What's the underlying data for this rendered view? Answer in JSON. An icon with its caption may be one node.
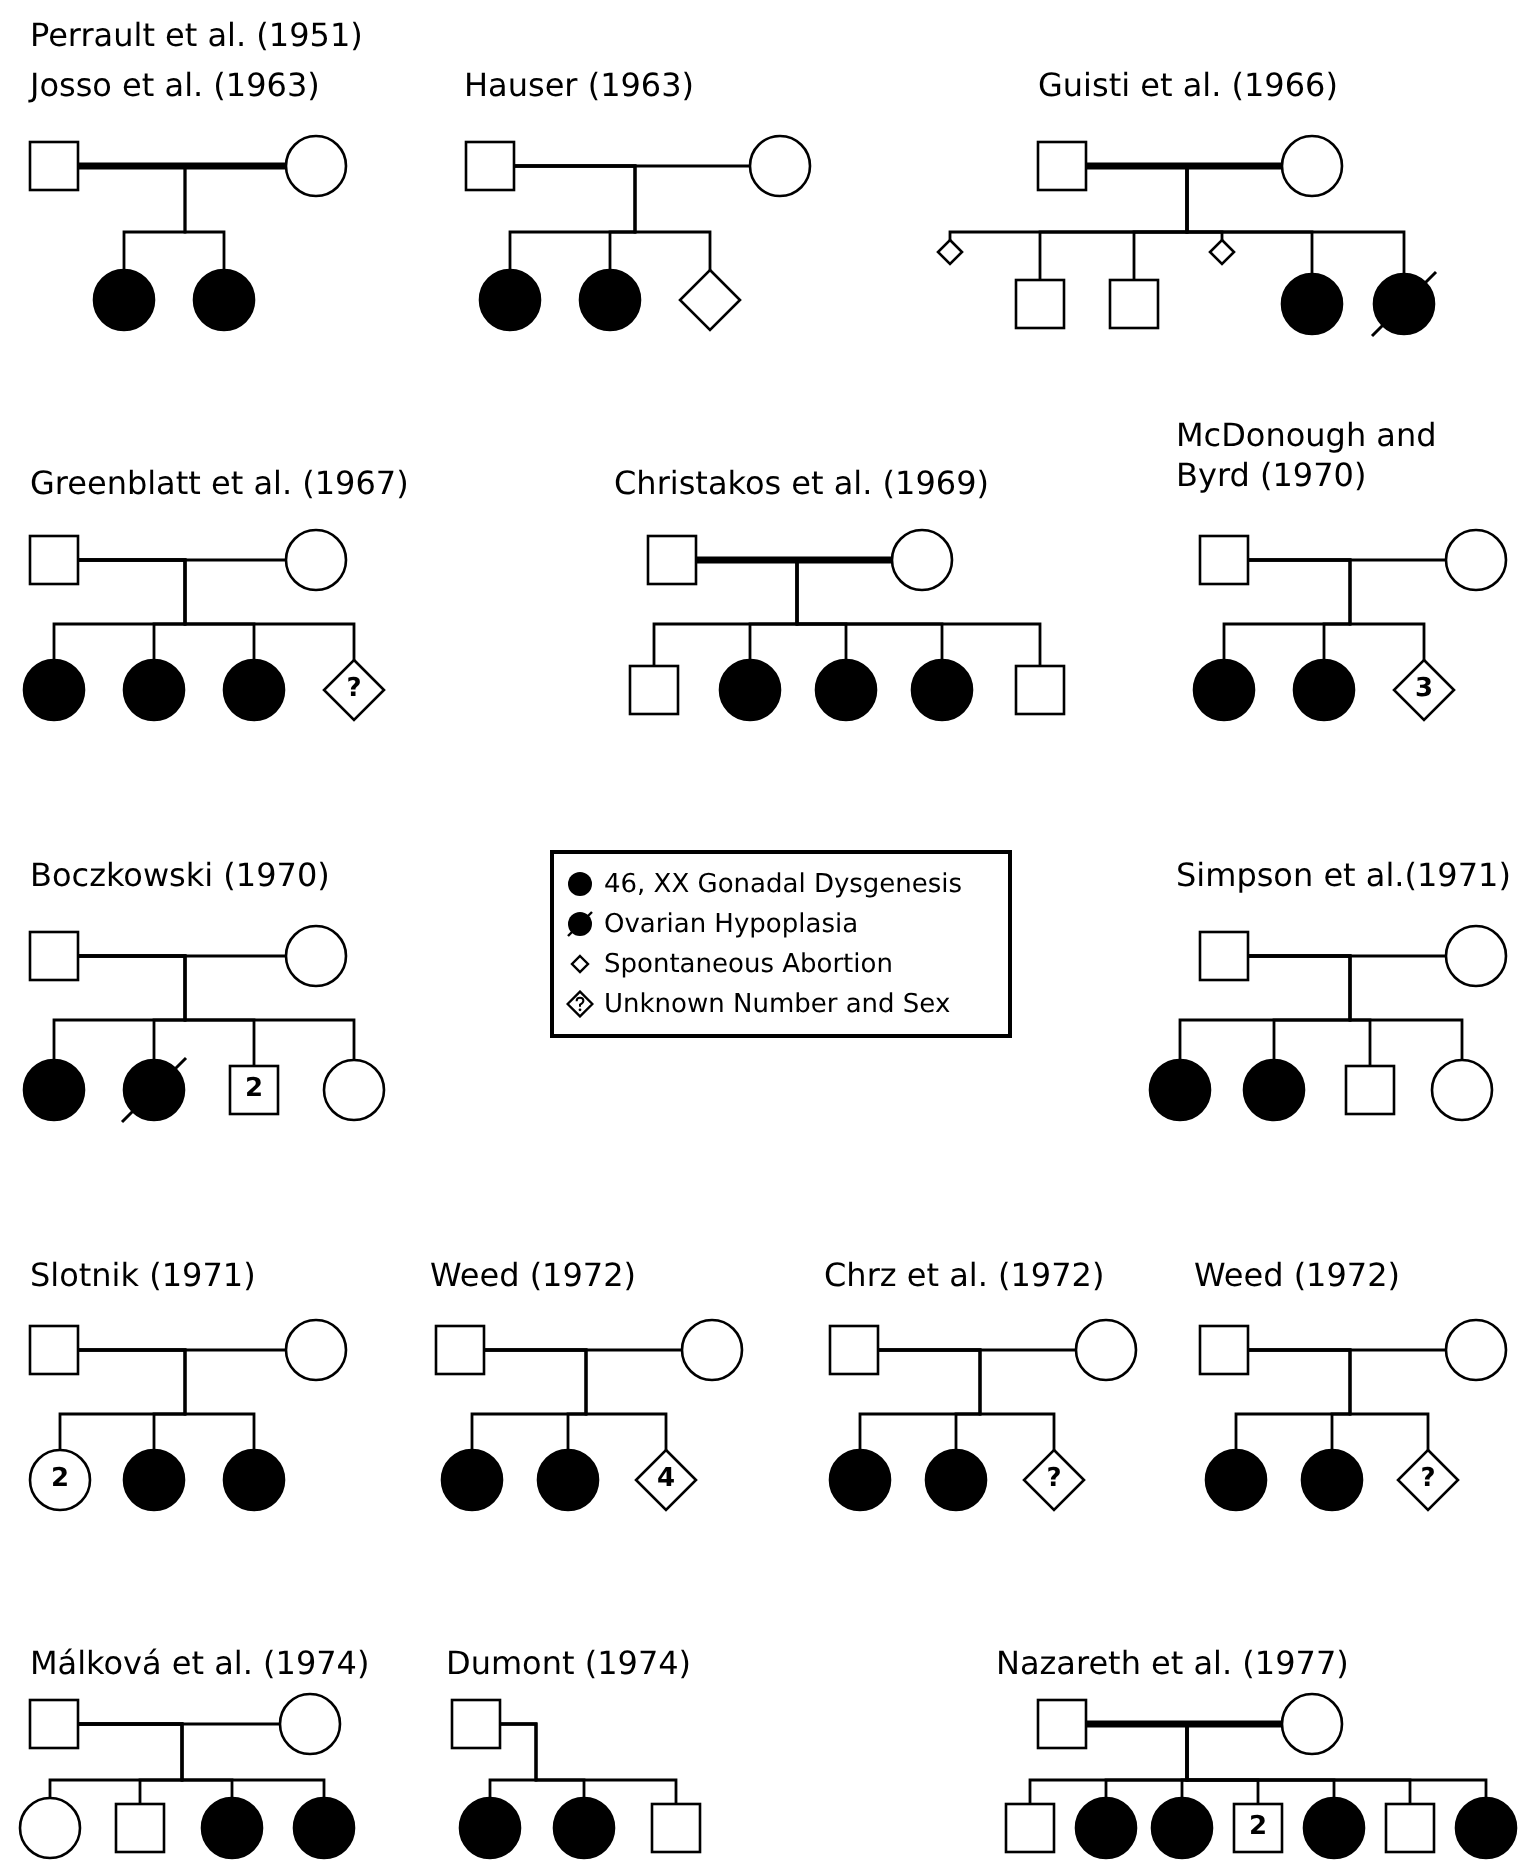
{
  "diagram": {
    "nodes": [
      {
        "text": [],
        "shape": "box"
      },
      {
        "text": [],
        "shape": "circle"
      },
      {
        "text": [],
        "shape": "circle"
      },
      {
        "text": [],
        "shape": "circle"
      },
      {
        "text": [],
        "shape": "box"
      },
      {
        "text": [],
        "shape": "circle"
      },
      {
        "text": [],
        "shape": "circle"
      },
      {
        "text": [],
        "shape": "circle"
      },
      {
        "text": [],
        "shape": "diamond"
      },
      {
        "text": [],
        "shape": "box"
      },
      {
        "text": [],
        "shape": "circle"
      },
      {
        "text": [],
        "shape": "diamond"
      },
      {
        "text": [],
        "shape": "box"
      },
      {
        "text": [],
        "shape": "box"
      },
      {
        "text": [],
        "shape": "diamond"
      },
      {
        "text": [],
        "shape": "circle"
      },
      {
        "text": [],
        "shape": "circle"
      },
      {
        "text": [],
        "shape": "box"
      },
      {
        "text": [],
        "shape": "circle"
      },
      {
        "text": [],
        "shape": "circle"
      },
      {
        "text": [],
        "shape": "circle"
      },
      {
        "text": [],
        "shape": "circle"
      },
      {
        "text": [
          "?"
        ]
      },
      {
        "text": [],
        "shape": "box"
      },
      {
        "text": [],
        "shape": "circle"
      },
      {
        "text": [],
        "shape": "box"
      },
      {
        "text": [],
        "shape": "circle"
      },
      {
        "text": [],
        "shape": "circle"
      },
      {
        "text": [],
        "shape": "circle"
      },
      {
        "text": [],
        "shape": "box"
      },
      {
        "text": [],
        "shape": "box"
      },
      {
        "text": [],
        "shape": "circle"
      },
      {
        "text": [],
        "shape": "circle"
      },
      {
        "text": [],
        "shape": "circle"
      },
      {
        "text": [
          "3"
        ]
      },
      {
        "text": [],
        "shape": "box"
      },
      {
        "text": [],
        "shape": "circle"
      },
      {
        "text": [],
        "shape": "circle"
      },
      {
        "text": [],
        "shape": "circle"
      },
      {
        "text": [
          "2"
        ]
      },
      {
        "text": [],
        "shape": "circle"
      },
      {
        "text": [],
        "shape": "box"
      },
      {
        "text": [],
        "shape": "circle"
      },
      {
        "text": [],
        "shape": "circle"
      },
      {
        "text": [],
        "shape": "circle"
      },
      {
        "text": [],
        "shape": "box"
      },
      {
        "text": [],
        "shape": "circle"
      },
      {
        "text": [],
        "shape": "box"
      },
      {
        "text": [],
        "shape": "circle"
      },
      {
        "text": [
          "2"
        ]
      },
      {
        "text": [],
        "shape": "circle"
      },
      {
        "text": [],
        "shape": "circle"
      },
      {
        "text": [],
        "shape": "box"
      },
      {
        "text": [],
        "shape": "circle"
      },
      {
        "text": [],
        "shape": "circle"
      },
      {
        "text": [],
        "shape": "circle"
      },
      {
        "text": [
          "4"
        ]
      },
      {
        "text": [],
        "shape": "box"
      },
      {
        "text": [],
        "shape": "circle"
      },
      {
        "text": [],
        "shape": "circle"
      },
      {
        "text": [],
        "shape": "circle"
      },
      {
        "text": [
          "?"
        ]
      },
      {
        "text": [],
        "shape": "box"
      },
      {
        "text": [],
        "shape": "circle"
      },
      {
        "text": [],
        "shape": "circle"
      },
      {
        "text": [],
        "shape": "circle"
      },
      {
        "text": [
          "?"
        ]
      },
      {
        "text": [],
        "shape": "box"
      },
      {
        "text": [],
        "shape": "circle"
      },
      {
        "text": [],
        "shape": "circle"
      },
      {
        "text": [],
        "shape": "box"
      },
      {
        "text": [],
        "shape": "circle"
      },
      {
        "text": [],
        "shape": "circle"
      },
      {
        "text": [],
        "shape": "box"
      },
      {
        "text": [],
        "shape": "circle"
      },
      {
        "text": [],
        "shape": "circle"
      },
      {
        "text": [],
        "shape": "box"
      },
      {
        "text": [],
        "shape": "box"
      },
      {
        "text": [],
        "shape": "circle"
      },
      {
        "text": [],
        "shape": "box"
      },
      {
        "text": [],
        "shape": "circle"
      },
      {
        "text": [],
        "shape": "circle"
      },
      {
        "text": [
          "2"
        ]
      },
      {
        "text": [],
        "shape": "circle"
      },
      {
        "text": [],
        "shape": "box"
      },
      {
        "text": [],
        "shape": "circle"
      }
    ],
    "edges": [
      {
        "from": 0,
        "to": 1,
        "arrow": "none",
        "style": "thick"
      },
      {
        "from": 0,
        "to": 2,
        "arrow": "none"
      },
      {
        "from": 0,
        "to": 3,
        "arrow": "none"
      },
      {
        "from": 4,
        "to": 5,
        "arrow": "none"
      },
      {
        "from": 4,
        "to": 6,
        "arrow": "none"
      },
      {
        "from": 4,
        "to": 7,
        "arrow": "none"
      },
      {
        "from": 4,
        "to": 8,
        "arrow": "none"
      },
      {
        "from": 9,
        "to": 10,
        "arrow": "none",
        "style": "thick"
      },
      {
        "from": 9,
        "to": 11,
        "arrow": "none"
      },
      {
        "from": 9,
        "to": 12,
        "arrow": "none"
      },
      {
        "from": 9,
        "to": 13,
        "arrow": "none"
      },
      {
        "from": 9,
        "to": 14,
        "arrow": "none"
      },
      {
        "from": 9,
        "to": 15,
        "arrow": "none"
      },
      {
        "from": 9,
        "to": 16,
        "arrow": "none"
      },
      {
        "from": 17,
        "to": 18,
        "arrow": "none"
      },
      {
        "from": 17,
        "to": 19,
        "arrow": "none"
      },
      {
        "from": 17,
        "to": 20,
        "arrow": "none"
      },
      {
        "from": 17,
        "to": 21,
        "arrow": "none"
      },
      {
        "from": 17,
        "to": 22,
        "arrow": "none"
      },
      {
        "from": 23,
        "to": 24,
        "arrow": "none",
        "style": "thick"
      },
      {
        "from": 23,
        "to": 25,
        "arrow": "none"
      },
      {
        "from": 23,
        "to": 26,
        "arrow": "none"
      },
      {
        "from": 23,
        "to": 27,
        "arrow": "none"
      },
      {
        "from": 23,
        "to": 28,
        "arrow": "none"
      },
      {
        "from": 23,
        "to": 29,
        "arrow": "none"
      },
      {
        "from": 30,
        "to": 31,
        "arrow": "none"
      },
      {
        "from": 30,
        "to": 32,
        "arrow": "none"
      },
      {
        "from": 30,
        "to": 33,
        "arrow": "none"
      },
      {
        "from": 30,
        "to": 34,
        "arrow": "none"
      },
      {
        "from": 35,
        "to": 36,
        "arrow": "none"
      },
      {
        "from": 35,
        "to": 37,
        "arrow": "none"
      },
      {
        "from": 35,
        "to": 38,
        "arrow": "none"
      },
      {
        "from": 35,
        "to": 39,
        "arrow": "none"
      },
      {
        "from": 35,
        "to": 40,
        "arrow": "none"
      },
      {
        "from": 41,
        "to": 42,
        "arrow": "none"
      },
      {
        "from": 41,
        "to": 43,
        "arrow": "none"
      },
      {
        "from": 41,
        "to": 44,
        "arrow": "none"
      },
      {
        "from": 41,
        "to": 45,
        "arrow": "none"
      },
      {
        "from": 41,
        "to": 46,
        "arrow": "none"
      },
      {
        "from": 47,
        "to": 48,
        "arrow": "none"
      },
      {
        "from": 47,
        "to": 49,
        "arrow": "none"
      },
      {
        "from": 47,
        "to": 50,
        "arrow": "none"
      },
      {
        "from": 47,
        "to": 51,
        "arrow": "none"
      },
      {
        "from": 52,
        "to": 53,
        "arrow": "none"
      },
      {
        "from": 52,
        "to": 54,
        "arrow": "none"
      },
      {
        "from": 52,
        "to": 55,
        "arrow": "none"
      },
      {
        "from": 52,
        "to": 56,
        "arrow": "none"
      },
      {
        "from": 57,
        "to": 58,
        "arrow": "none"
      },
      {
        "from": 57,
        "to": 59,
        "arrow": "none"
      },
      {
        "from": 57,
        "to": 60,
        "arrow": "none"
      },
      {
        "from": 57,
        "to": 61,
        "arrow": "none"
      },
      {
        "from": 62,
        "to": 63,
        "arrow": "none"
      },
      {
        "from": 62,
        "to": 64,
        "arrow": "none"
      },
      {
        "from": 62,
        "to": 65,
        "arrow": "none"
      },
      {
        "from": 62,
        "to": 66,
        "arrow": "none"
      },
      {
        "from": 67,
        "to": 68,
        "arrow": "none"
      },
      {
        "from": 67,
        "to": 69,
        "arrow": "none"
      },
      {
        "from": 67,
        "to": 70,
        "arrow": "none"
      },
      {
        "from": 67,
        "to": 71,
        "arrow": "none"
      },
      {
        "from": 67,
        "to": 72,
        "arrow": "none"
      },
      {
        "from": 73,
        "to": 74,
        "arrow": "none"
      },
      {
        "from": 73,
        "to": 75,
        "arrow": "none"
      },
      {
        "from": 73,
        "to": 76,
        "arrow": "none"
      },
      {
        "from": 77,
        "to": 78,
        "arrow": "none",
        "style": "thick"
      },
      {
        "from": 77,
        "to": 79,
        "arrow": "none"
      },
      {
        "from": 77,
        "to": 80,
        "arrow": "none"
      },
      {
        "from": 77,
        "to": 81,
        "arrow": "none"
      },
      {
        "from": 77,
        "to": 82,
        "arrow": "none"
      },
      {
        "from": 77,
        "to": 83,
        "arrow": "none"
      },
      {
        "from": 77,
        "to": 84,
        "arrow": "none"
      },
      {
        "from": 77,
        "to": 85,
        "arrow": "none"
      }
    ],
    "labels": [
      "Perrault et al. (1951)",
      "Josso et al. (1963)",
      "Hauser (1963)",
      "Guisti et al. (1966)",
      "Greenblatt et al. (1967)",
      "Christakos et al. (1969)",
      "McDonough and Byrd (1970)",
      "Boczkowski (1970)",
      "Simpson et al.(1971)",
      "Slotnik (1971)",
      "Weed (1972)",
      "Chrz et al. (1972)",
      "Weed (1972)",
      "Málková et al. (1974)",
      "Dumont (1974)",
      "Nazareth et al. (1977)"
    ],
    "legend": [
      {
        "text": "46, XX Gonadal Dysgenesis"
      },
      {
        "text": "Ovarian Hypoplasia"
      },
      {
        "text": "Spontaneous Abortion"
      },
      {
        "text": "Unknown Number and Sex"
      }
    ]
  }
}
